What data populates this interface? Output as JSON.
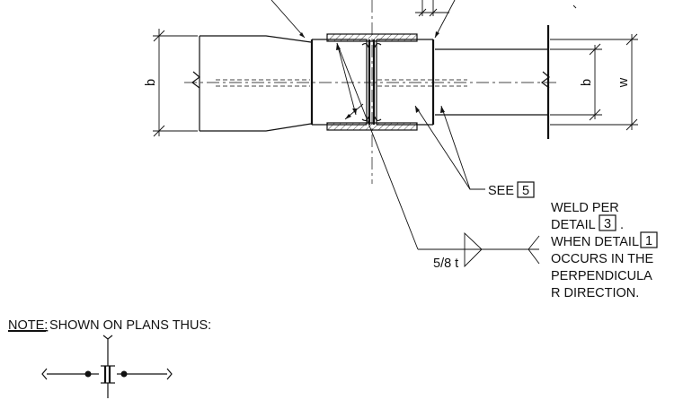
{
  "dimensions": {
    "b_left": "b",
    "b_right": "b",
    "w": "w"
  },
  "callouts": {
    "see_label": "SEE",
    "see_ref": "5",
    "weld_size": "5/8 t",
    "note_line1_prefix": "WELD PER",
    "note_line2_prefix": "DETAIL",
    "note_line2_ref": "3",
    "note_line2_suffix": ".",
    "note_line3_prefix": "WHEN DETAIL",
    "note_line3_ref": "1",
    "note_line4": "OCCURS IN THE",
    "note_line5": "PERPENDICULA",
    "note_line6": "R DIRECTION."
  },
  "plan_note": {
    "label": "NOTE:",
    "text": "SHOWN ON PLANS THUS:"
  }
}
